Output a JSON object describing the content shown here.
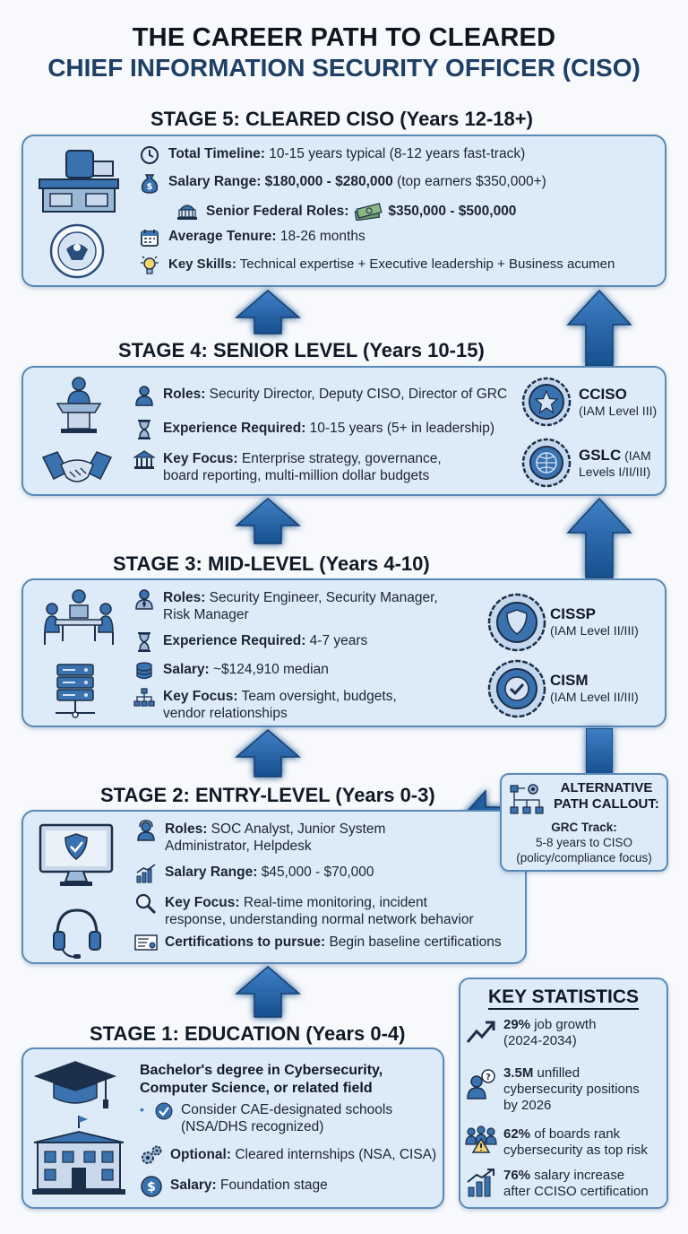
{
  "title": {
    "line1": "THE CAREER PATH TO CLEARED",
    "line2": "CHIEF INFORMATION SECURITY OFFICER (CISO)"
  },
  "stage5": {
    "heading": "STAGE 5: CLEARED CISO (Years 12-18+)",
    "items": [
      {
        "label": "Total Timeline:",
        "text": " 10-15 years typical (8-12 years fast-track)"
      },
      {
        "label": "Salary Range: $180,000 - $280,000",
        "text": " (top earners $350,000+)"
      },
      {
        "label": "Senior Federal Roles:",
        "text": "$350,000 - $500,000"
      },
      {
        "label": "Average Tenure:",
        "text": " 18-26 months"
      },
      {
        "label": "Key Skills:",
        "text": " Technical expertise + Executive leadership + Business acumen"
      }
    ]
  },
  "stage4": {
    "heading": "STAGE 4: SENIOR LEVEL (Years 10-15)",
    "items": [
      {
        "label": "Roles:",
        "text": " Security Director, Deputy CISO, Director of GRC"
      },
      {
        "label": "Experience Required:",
        "text": " 10-15 years (5+ in leadership)"
      },
      {
        "label": "Key Focus:",
        "text": " Enterprise strategy, governance,",
        "text2": "board reporting, multi-million dollar budgets"
      }
    ],
    "certs": [
      {
        "name": "CCISO",
        "sub": "(IAM Level III)"
      },
      {
        "name": "GSLC",
        "sub_inline": " (IAM",
        "sub": "Levels I/II/III)"
      }
    ]
  },
  "stage3": {
    "heading": "STAGE 3: MID-LEVEL (Years 4-10)",
    "items": [
      {
        "label": "Roles:",
        "text": " Security Engineer, Security Manager,",
        "text2": "Risk Manager"
      },
      {
        "label": "Experience Required:",
        "text": " 4-7 years"
      },
      {
        "label": "Salary:",
        "text": " ~$124,910 median"
      },
      {
        "label": "Key Focus:",
        "text": " Team oversight, budgets,",
        "text2": "vendor relationships"
      }
    ],
    "certs": [
      {
        "name": "CISSP",
        "sub": "(IAM Level II/III)"
      },
      {
        "name": "CISM",
        "sub": "(IAM Level II/III)"
      }
    ]
  },
  "stage2": {
    "heading": "STAGE 2: ENTRY-LEVEL (Years 0-3)",
    "items": [
      {
        "label": "Roles:",
        "text": " SOC Analyst, Junior System",
        "text2": "Administrator, Helpdesk"
      },
      {
        "label": "Salary Range:",
        "text": " $45,000 - $70,000"
      },
      {
        "label": "Key Focus:",
        "text": " Real-time monitoring, incident",
        "text2": "response, understanding normal network behavior"
      },
      {
        "label": "Certifications to pursue:",
        "text": " Begin baseline certifications"
      }
    ]
  },
  "alt": {
    "title1": "ALTERNATIVE",
    "title2": "PATH CALLOUT:",
    "track": "GRC Track:",
    "line1": "5-8 years to CISO",
    "line2": "(policy/compliance focus)"
  },
  "stage1": {
    "heading": "STAGE 1: EDUCATION (Years 0-4)",
    "degree1": "Bachelor's degree in Cybersecurity,",
    "degree2": "Computer Science, or related field",
    "bullet1": "Consider CAE-designated schools",
    "bullet2": "(NSA/DHS recognized)",
    "optional_label": "Optional:",
    "optional_text": " Cleared internships (NSA, CISA)",
    "salary_label": "Salary:",
    "salary_text": " Foundation stage"
  },
  "stats": {
    "heading": "KEY STATISTICS",
    "items": [
      {
        "value": "29%",
        "text": " job growth",
        "text2": "(2024-2034)"
      },
      {
        "value": "3.5M",
        "text": " unfilled",
        "text2": "cybersecurity positions",
        "text3": "by 2026"
      },
      {
        "value": "62%",
        "text": " of boards rank",
        "text2": "cybersecurity as top risk"
      },
      {
        "value": "76%",
        "text": " salary increase",
        "text2": "after CCISO certification"
      }
    ]
  },
  "colors": {
    "card_bg": "#ddeaf7",
    "card_border": "#5a8ab8",
    "arrow": "#1f5c9e",
    "title_accent": "#1e3f66"
  }
}
